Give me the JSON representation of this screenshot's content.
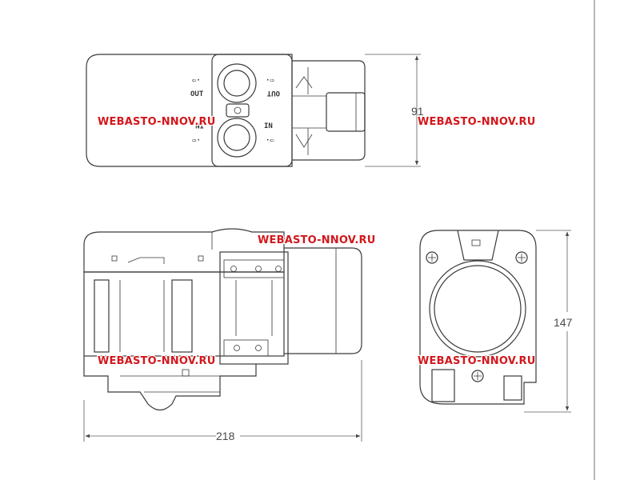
{
  "watermark": "WEBASTO-NNOV.RU",
  "dimensions": {
    "height_top": "91",
    "width_front": "218",
    "height_side": "147"
  },
  "ports": {
    "out": "OUT",
    "in": "IN"
  }
}
